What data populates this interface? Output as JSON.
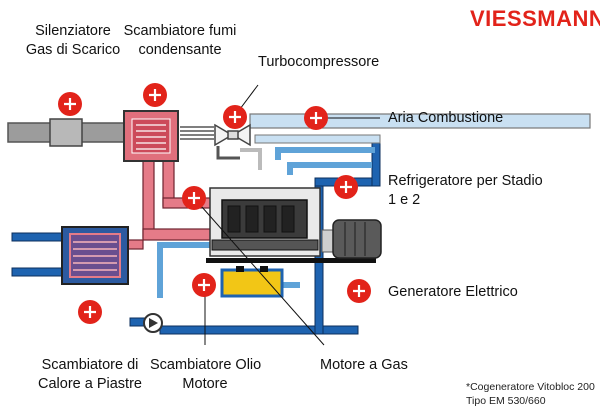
{
  "brand": {
    "name": "VIESSMANN",
    "color": "#e2231a"
  },
  "labels": {
    "silenziatore": [
      "Silenziatore",
      "Gas di Scarico"
    ],
    "scambiatore_fumi": [
      "Scambiatore fumi",
      "condensante"
    ],
    "turbo": "Turbocompressore",
    "aria": "Aria Combustione",
    "refrigeratore": [
      "Refrigeratore per Stadio",
      "1 e 2"
    ],
    "generatore": "Generatore Elettrico",
    "scambiatore_piastre": [
      "Scambiatore di",
      "Calore a Piastre"
    ],
    "scambiatore_olio": [
      "Scambiatore Olio",
      "Motore"
    ],
    "motore": "Motore a Gas"
  },
  "footnote": [
    "*Cogeneratore Vitobloc 200",
    "Tipo EM 530/660"
  ],
  "hotspot_icon": "plus-circle-icon",
  "colors": {
    "hotspot": "#e2231a",
    "hot_pipe": "#e57b88",
    "cold_pipe": "#1e63b0",
    "gray_pipe": "#9c9c9c",
    "oil": "#f2c616"
  }
}
